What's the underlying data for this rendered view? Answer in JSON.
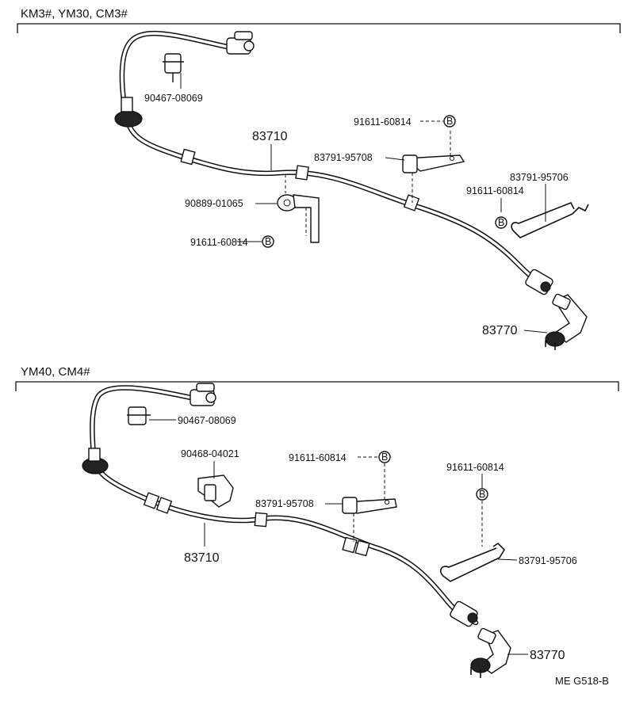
{
  "sections": [
    {
      "title": "KM3#, YM30, CM3#",
      "labels": {
        "clamp_a": "90467-08069",
        "cable": "83710",
        "bolt_1": "91611-60814",
        "bracket_1": "83791-95708",
        "bolt_2": "91611-60814",
        "bracket_2": "83791-95706",
        "clamp_b": "90889-01065",
        "bolt_3": "91611-60814",
        "sensor": "83770"
      }
    },
    {
      "title": "YM40, CM4#",
      "labels": {
        "clamp_a": "90467-08069",
        "clamp_c": "90468-04021",
        "bolt_1": "91611-60814",
        "bolt_2": "91611-60814",
        "bracket_1": "83791-95708",
        "cable": "83710",
        "bracket_2": "83791-95706",
        "sensor": "83770"
      }
    }
  ],
  "bolt_marker": "B",
  "footer_ref": "ME  G518-B"
}
